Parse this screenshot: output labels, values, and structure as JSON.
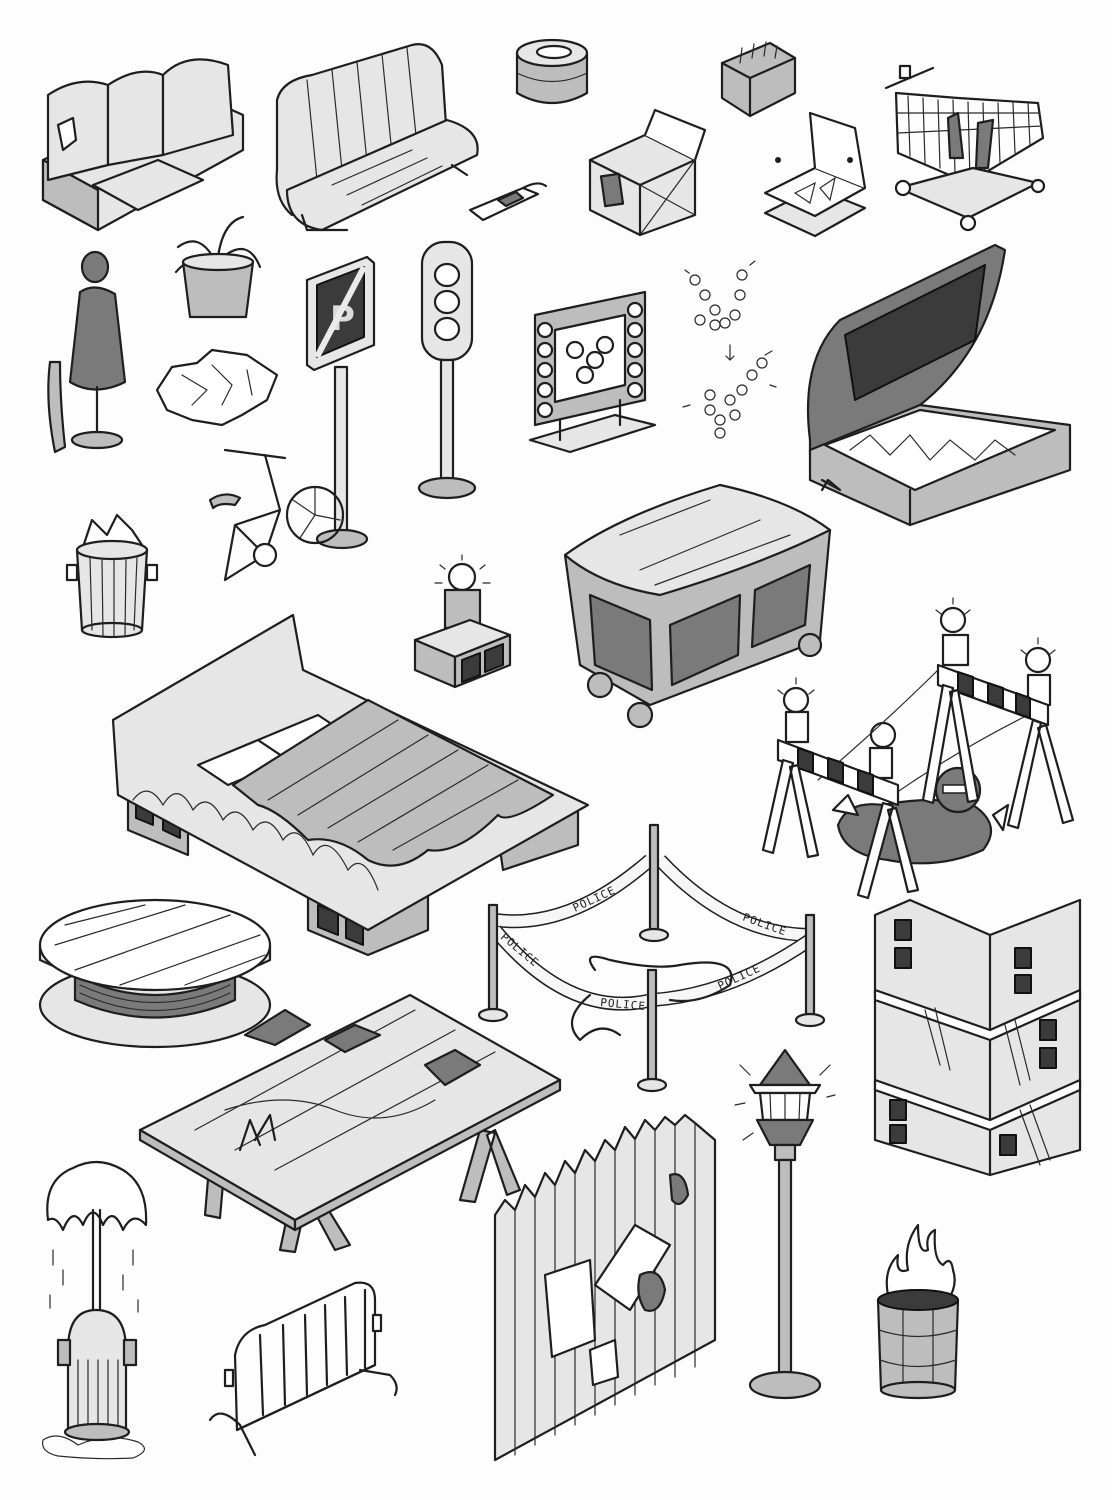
{
  "sheet": {
    "style": "pencil sketch, isometric street props",
    "colors": {
      "ink": "#1e1e1e",
      "paper": "#fdfdfd",
      "light_shade": "#e6e6e6",
      "mid_shade": "#bdbdbd",
      "dark_shade": "#7a7a7a"
    }
  },
  "props": [
    {
      "id": "worn-sofa",
      "label": "Worn three-seat sofa"
    },
    {
      "id": "retro-sofa",
      "label": "Tufted retro sofa"
    },
    {
      "id": "tire-stack",
      "label": "Stack of tires"
    },
    {
      "id": "mouse-trap",
      "label": "Mouse trap"
    },
    {
      "id": "bottle-crate",
      "label": "Crate of bottles"
    },
    {
      "id": "cardboard-box",
      "label": "Open cardboard box with fragile glass symbol"
    },
    {
      "id": "pizza-boxes",
      "label": "Pizza boxes with flies"
    },
    {
      "id": "shopping-cart",
      "label": "Shopping cart full of junk"
    },
    {
      "id": "mannequin",
      "label": "Broken mannequin"
    },
    {
      "id": "potted-plant",
      "label": "Potted plant"
    },
    {
      "id": "paper-pile",
      "label": "Crumpled paper pile"
    },
    {
      "id": "no-parking-sign",
      "label": "No-parking sign"
    },
    {
      "id": "traffic-light",
      "label": "Traffic light"
    },
    {
      "id": "bicycle",
      "label": "Bicycle chained to sign post"
    },
    {
      "id": "marquee-sign",
      "label": "Light-bulb marquee sign"
    },
    {
      "id": "bulb-sparkles",
      "label": "Bulb sparkle animation frames"
    },
    {
      "id": "open-dumpster",
      "label": "Open dumpster with trash and flies"
    },
    {
      "id": "trash-can",
      "label": "Overflowing trash can"
    },
    {
      "id": "warning-light-block",
      "label": "Warning light on cinder block"
    },
    {
      "id": "closed-dumpster",
      "label": "Closed dumpster on wheels"
    },
    {
      "id": "pallet-bed",
      "label": "Bed on corrugated sheets and cinder blocks"
    },
    {
      "id": "barricade-hole",
      "label": "Road barricades with warning lights around a hole"
    },
    {
      "id": "cable-spool-table",
      "label": "Cable spool table"
    },
    {
      "id": "police-tape",
      "label": "Police tape on posts",
      "tape_text": "POLICE"
    },
    {
      "id": "cinder-bookshelf",
      "label": "Cinder block bookshelf"
    },
    {
      "id": "door-table",
      "label": "Broken door table on sawhorses"
    },
    {
      "id": "fire-hydrant",
      "label": "Gushing fire hydrant"
    },
    {
      "id": "crowd-barrier",
      "label": "Metal crowd barrier"
    },
    {
      "id": "wooden-fence",
      "label": "Wooden fence with posters"
    },
    {
      "id": "street-lamp",
      "label": "Street lamp"
    },
    {
      "id": "burning-barrel",
      "label": "Burning barrel"
    }
  ],
  "tape": {
    "word": "POLICE"
  }
}
